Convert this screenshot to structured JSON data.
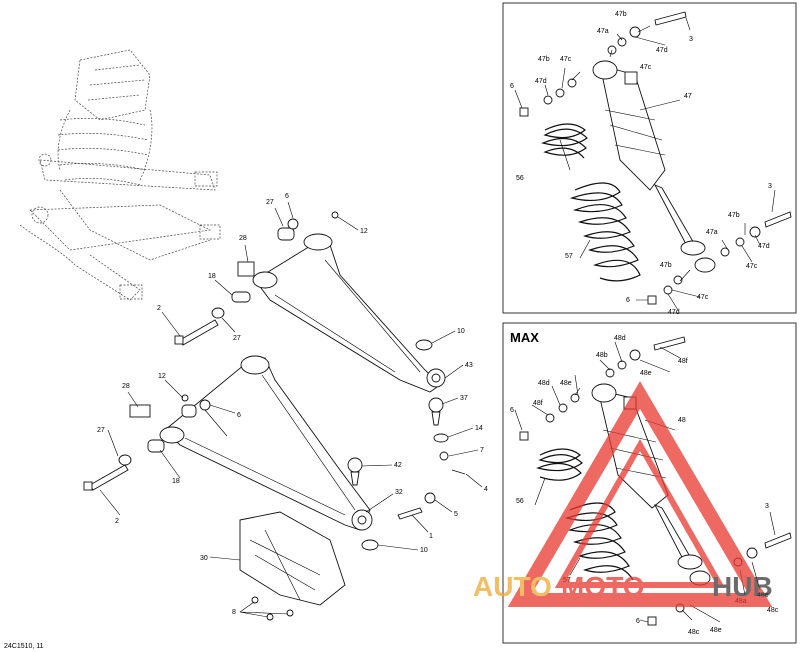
{
  "diagram": {
    "footer_code": "24C1510, 11",
    "max_label": "MAX",
    "watermark": {
      "word1": "AUTO",
      "word2": "MOTO",
      "word3": "HUB",
      "color_orange": "#f0a732",
      "color_red": "#e8372e",
      "color_dark": "#3a3a3a"
    },
    "callouts": {
      "c2a": "2",
      "c2b": "2",
      "c18a": "18",
      "c18b": "18",
      "c27a": "27",
      "c27b": "27",
      "c27c": "27",
      "c28a": "28",
      "c28b": "28",
      "c6a": "6",
      "c6b": "6",
      "c12a": "12",
      "c12b": "12",
      "c10a": "10",
      "c10b": "10",
      "c43": "43",
      "c37": "37",
      "c14": "14",
      "c7": "7",
      "c4": "4",
      "c42": "42",
      "c32": "32",
      "c5": "5",
      "c1": "1",
      "c30": "30",
      "c8": "8",
      "u47b1": "47b",
      "u47a1": "47a",
      "u3a": "3",
      "u47d1": "47d",
      "u47b2": "47b",
      "u47c1": "47c",
      "u47c2": "47c",
      "u6a": "6",
      "u47d2": "47d",
      "u47": "47",
      "u56": "56",
      "u57": "57",
      "u3b": "3",
      "u47a2": "47a",
      "u47b3": "47b",
      "u47d3": "47d",
      "u47c3": "47c",
      "u47b4": "47b",
      "u47c4": "47c",
      "u6b": "6",
      "u47d4": "47d",
      "m48d1": "48d",
      "m48b1": "48b",
      "m48f1": "48f",
      "m48d2": "48d",
      "m48e1": "48e",
      "m48e2": "48e",
      "m6a": "6",
      "m48f2": "48f",
      "m48": "48",
      "m56": "56",
      "m57": "57",
      "m3": "3",
      "m48a": "48a",
      "m48e3": "48e",
      "m48c1": "48c",
      "m6b": "6",
      "m48c2": "48c",
      "m48e4": "48e"
    }
  }
}
